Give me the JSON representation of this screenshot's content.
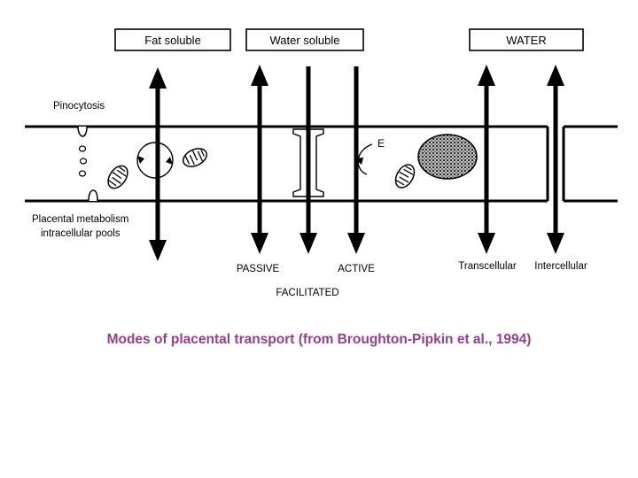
{
  "boxes": {
    "fat_soluble": "Fat soluble",
    "water_soluble": "Water soluble",
    "water": "WATER"
  },
  "labels": {
    "pinocytosis": "Pinocytosis",
    "metabolism_line1": "Placental metabolism",
    "metabolism_line2": "intracellular pools",
    "energy": "E",
    "passive": "PASSIVE",
    "active": "ACTIVE",
    "facilitated": "FACILITATED",
    "transcellular": "Transcellular",
    "intercellular": "Intercellular"
  },
  "caption": "Modes of placental transport (from Broughton-Pipkin et al., 1994)",
  "colors": {
    "caption": "#993d8f",
    "ink": "#000000",
    "background": "#ffffff"
  }
}
